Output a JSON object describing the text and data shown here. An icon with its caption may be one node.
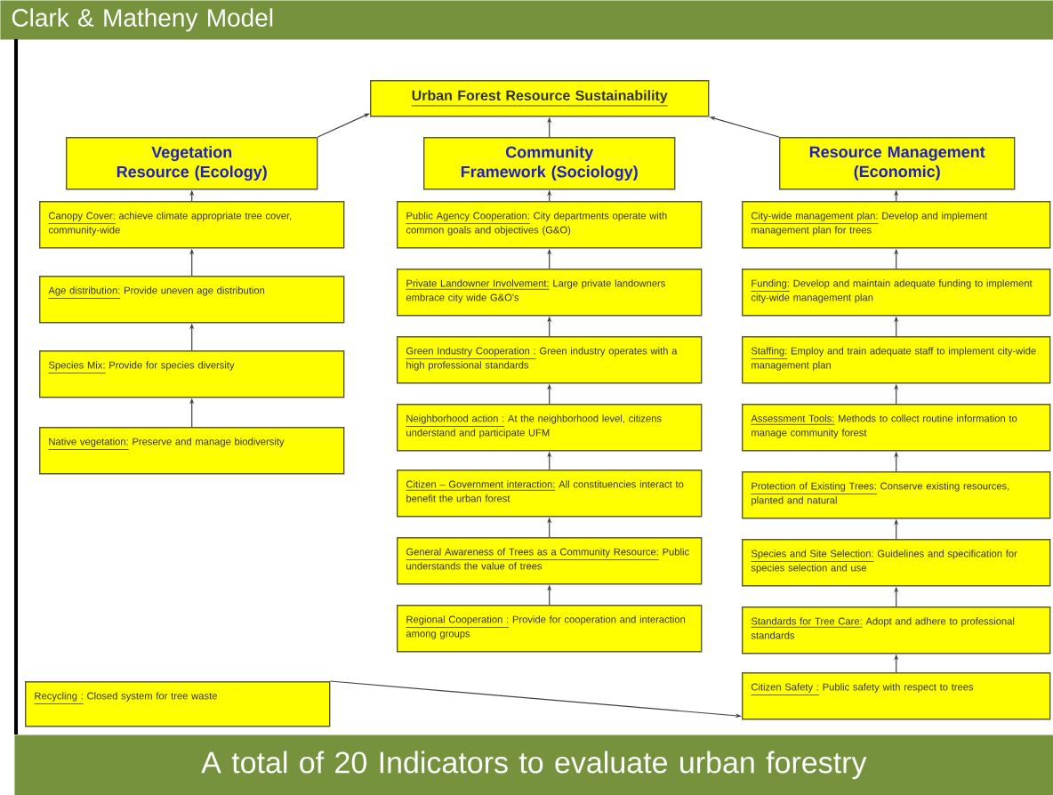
{
  "diagram": {
    "title": "Clark & Matheny Model",
    "caption": "A total of 20 Indicators to evaluate urban forestry",
    "nodes": [
      {
        "text": [
          "Urban Forest Resource Sustainability"
        ]
      },
      {
        "text": [
          "Vegetation Resource (Ecology)"
        ]
      },
      {
        "text": [
          "Community Framework (Sociology)"
        ]
      },
      {
        "text": [
          "Resource Management (Economic)"
        ]
      },
      {
        "text": [
          "Canopy Cover:",
          "achieve climate appropriate tree cover, community-wide"
        ]
      },
      {
        "text": [
          "Age distribution:",
          "Provide uneven age distribution"
        ]
      },
      {
        "text": [
          "Species Mix:",
          "Provide for species diversity"
        ]
      },
      {
        "text": [
          "Native vegetation:",
          "Preserve and manage biodiversity"
        ]
      },
      {
        "text": [
          "Public Agency Cooperation:",
          "City departments operate with common goals and objectives (G&O)"
        ]
      },
      {
        "text": [
          "Private Landowner Involvement:",
          "Large private landowners embrace city wide G&O's"
        ]
      },
      {
        "text": [
          "Green Industry Cooperation :",
          "Green industry operates with a high professional standards"
        ]
      },
      {
        "text": [
          "Neighborhood action :",
          "At the neighborhood level, citizens understand and participate UFM"
        ]
      },
      {
        "text": [
          "Citizen – Government interaction:",
          "All constituencies interact to benefit the urban forest"
        ]
      },
      {
        "text": [
          "General Awareness of Trees as a Community Resource:",
          "Public understands the value of trees"
        ]
      },
      {
        "text": [
          "Regional Cooperation :",
          "Provide for cooperation and interaction among groups"
        ]
      },
      {
        "text": [
          "City-wide management plan:",
          "Develop and implement management plan for trees"
        ]
      },
      {
        "text": [
          "Funding:",
          "Develop and maintain adequate funding to implement city-wide management plan"
        ]
      },
      {
        "text": [
          "Staffing:",
          "Employ and train adequate staff to implement city-wide management plan"
        ]
      },
      {
        "text": [
          "Assessment Tools:",
          "Methods to collect routine information to manage community forest"
        ]
      },
      {
        "text": [
          "Protection of Existing Trees:",
          "Conserve existing resources, planted and natural"
        ]
      },
      {
        "text": [
          "Species and Site Selection:",
          "Guidelines and specification for species selection and use"
        ]
      },
      {
        "text": [
          "Standards for Tree Care:",
          "Adopt and adhere to professional standards"
        ]
      },
      {
        "text": [
          "Citizen Safety :",
          "Public safety with respect to trees"
        ]
      },
      {
        "text": [
          "Recycling :",
          "Closed system for tree waste"
        ]
      }
    ],
    "edges": [
      {
        "from": 1,
        "to": 0,
        "arrow": "to"
      },
      {
        "from": 2,
        "to": 0,
        "arrow": "to"
      },
      {
        "from": 3,
        "to": 0,
        "arrow": "to"
      },
      {
        "from": 4,
        "to": 1,
        "arrow": "to"
      },
      {
        "from": 5,
        "to": 4,
        "arrow": "to"
      },
      {
        "from": 6,
        "to": 5,
        "arrow": "to"
      },
      {
        "from": 7,
        "to": 6,
        "arrow": "to"
      },
      {
        "from": 8,
        "to": 2,
        "arrow": "to"
      },
      {
        "from": 9,
        "to": 8,
        "arrow": "to"
      },
      {
        "from": 10,
        "to": 9,
        "arrow": "to"
      },
      {
        "from": 11,
        "to": 10,
        "arrow": "to"
      },
      {
        "from": 12,
        "to": 11,
        "arrow": "to"
      },
      {
        "from": 13,
        "to": 12,
        "arrow": "to"
      },
      {
        "from": 14,
        "to": 13,
        "arrow": "to"
      },
      {
        "from": 15,
        "to": 3,
        "arrow": "to"
      },
      {
        "from": 16,
        "to": 15,
        "arrow": "to"
      },
      {
        "from": 17,
        "to": 16,
        "arrow": "to"
      },
      {
        "from": 18,
        "to": 17,
        "arrow": "to"
      },
      {
        "from": 19,
        "to": 18,
        "arrow": "to"
      },
      {
        "from": 20,
        "to": 19,
        "arrow": "to"
      },
      {
        "from": 21,
        "to": 20,
        "arrow": "to"
      },
      {
        "from": 22,
        "to": 21,
        "arrow": "to"
      },
      {
        "from": 23,
        "to": 22,
        "arrow": "to"
      }
    ]
  }
}
